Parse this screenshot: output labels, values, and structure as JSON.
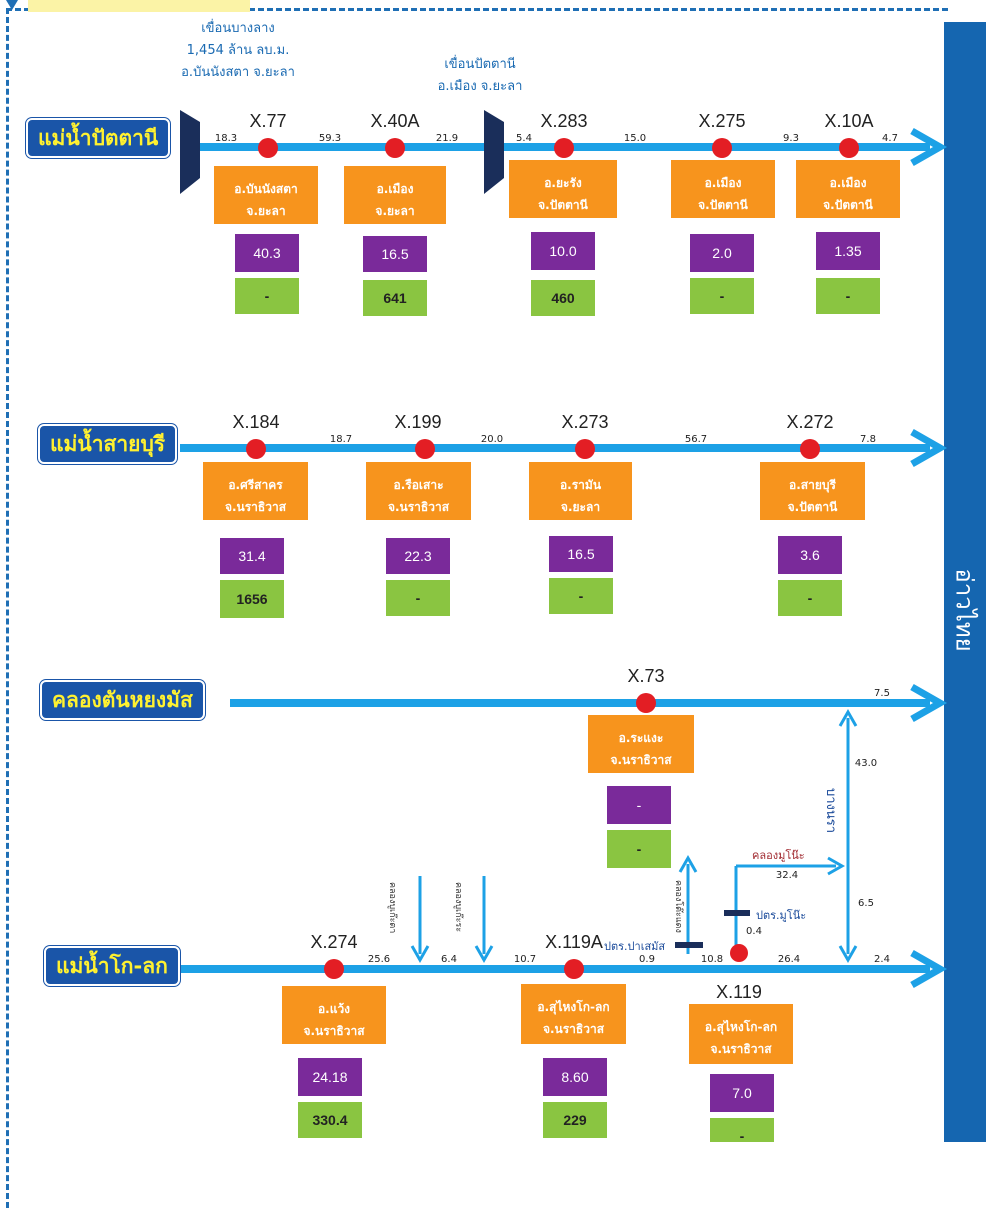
{
  "sea": {
    "label": "อ่าวไทย",
    "color": "#1566b0"
  },
  "colors": {
    "river": "#1da1e6",
    "station": "#e31e24",
    "location_box": "#f7941d",
    "value_purple": "#7a2a9a",
    "value_green": "#8ac541",
    "name_box": "#1a55a8",
    "name_text": "#fff130"
  },
  "dams": {
    "bang_lang": {
      "line1": "เขื่อนบางลาง",
      "line2": "1,454 ล้าน ลบ.ม.",
      "line3": "อ.บันนังสตา จ.ยะลา"
    },
    "pattani": {
      "line1": "เขื่อนปัตตานี",
      "line2": "อ.เมือง จ.ยะลา"
    }
  },
  "rivers": {
    "pattani": {
      "name": "แม่น้ำปัตตานี",
      "stations": [
        {
          "code": "X.77",
          "loc1": "อ.บันนังสตา",
          "loc2": "จ.ยะลา",
          "v1": "40.3",
          "v2": "-"
        },
        {
          "code": "X.40A",
          "loc1": "อ.เมือง",
          "loc2": "จ.ยะลา",
          "v1": "16.5",
          "v2": "641"
        },
        {
          "code": "X.283",
          "loc1": "อ.ยะรัง",
          "loc2": "จ.ปัตตานี",
          "v1": "10.0",
          "v2": "460"
        },
        {
          "code": "X.275",
          "loc1": "อ.เมือง",
          "loc2": "จ.ปัตตานี",
          "v1": "2.0",
          "v2": "-"
        },
        {
          "code": "X.10A",
          "loc1": "อ.เมือง",
          "loc2": "จ.ปัตตานี",
          "v1": "1.35",
          "v2": "-"
        }
      ],
      "distances": [
        "18.3",
        "59.3",
        "21.9",
        "5.4",
        "15.0",
        "9.3",
        "4.7"
      ]
    },
    "saiburi": {
      "name": "แม่น้ำสายบุรี",
      "stations": [
        {
          "code": "X.184",
          "loc1": "อ.ศรีสาคร",
          "loc2": "จ.นราธิวาส",
          "v1": "31.4",
          "v2": "1656"
        },
        {
          "code": "X.199",
          "loc1": "อ.รือเสาะ",
          "loc2": "จ.นราธิวาส",
          "v1": "22.3",
          "v2": "-"
        },
        {
          "code": "X.273",
          "loc1": "อ.รามัน",
          "loc2": "จ.ยะลา",
          "v1": "16.5",
          "v2": "-"
        },
        {
          "code": "X.272",
          "loc1": "อ.สายบุรี",
          "loc2": "จ.ปัตตานี",
          "v1": "3.6",
          "v2": "-"
        }
      ],
      "distances": [
        "18.7",
        "20.0",
        "56.7",
        "7.8"
      ]
    },
    "tanyongmat": {
      "name": "คลองตันหยงมัส",
      "stations": [
        {
          "code": "X.73",
          "loc1": "อ.ระแงะ",
          "loc2": "จ.นราธิวาส",
          "v1": "-",
          "v2": "-"
        }
      ],
      "distances": [
        "7.5",
        "43.0"
      ]
    },
    "kolok": {
      "name": "แม่น้ำโก-ลก",
      "stations": [
        {
          "code": "X.274",
          "loc1": "อ.แว้ง",
          "loc2": "จ.นราธิวาส",
          "v1": "24.18",
          "v2": "330.4"
        },
        {
          "code": "X.119A",
          "loc1": "อ.สุไหงโก-ลก",
          "loc2": "จ.นราธิวาส",
          "v1": "8.60",
          "v2": "229"
        },
        {
          "code": "X.119",
          "loc1": "อ.สุไหงโก-ลก",
          "loc2": "จ.นราธิวาส",
          "v1": "7.0",
          "v2": "-"
        }
      ],
      "distances": [
        "25.6",
        "6.4",
        "10.7",
        "0.9",
        "10.8",
        "26.4",
        "2.4",
        "6.5",
        "0.4",
        "32.4"
      ],
      "notes": {
        "trib1": "คลองบูเก๊ะตา",
        "trib2": "คลองบูเก๊ะระ",
        "trib3": "คลองโต๊ะแดง",
        "gate1": "ปตร.ปาเสมัส",
        "gate2": "ปตร.มูโน๊ะ",
        "canal": "คลองมูโน๊ะ",
        "bangnara": "บางนรา"
      }
    }
  }
}
